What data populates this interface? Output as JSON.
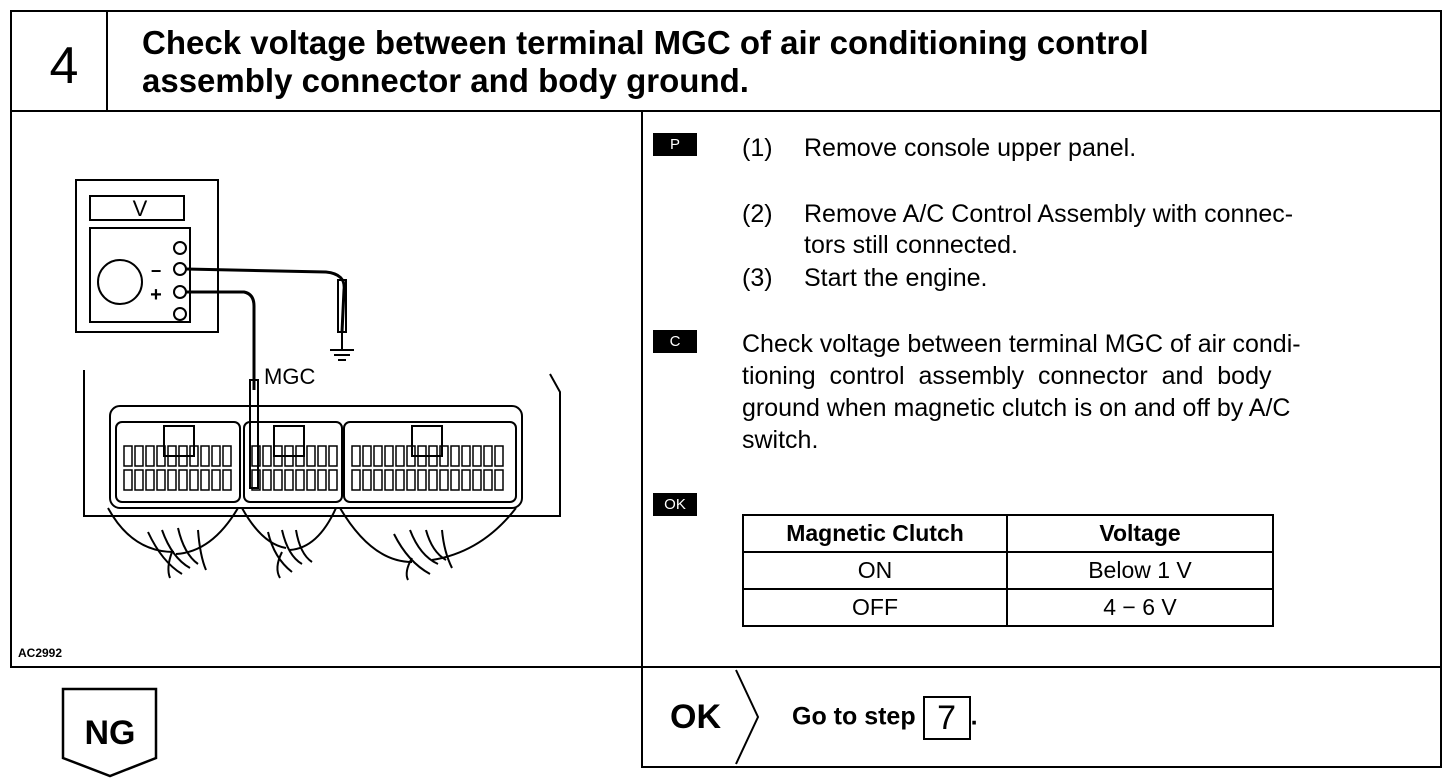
{
  "header": {
    "step_number": "4",
    "title_line1": "Check voltage between terminal MGC of air conditioning control",
    "title_line2": "assembly connector and body ground."
  },
  "figure": {
    "meter_label": "V",
    "minus_sign": "−",
    "plus_sign": "+",
    "terminal_label": "MGC",
    "figure_code": "AC2992"
  },
  "procedure": {
    "prep_tag": "P",
    "steps": [
      {
        "num": "(1)",
        "text": "Remove console upper panel."
      },
      {
        "num": "(2)",
        "text_line1": "Remove A/C Control Assembly with connec-",
        "text_line2": "tors still connected."
      },
      {
        "num": "(3)",
        "text": "Start the engine."
      }
    ],
    "check_tag": "C",
    "check_lines": [
      "Check voltage between terminal MGC of air condi-",
      "tioning  control  assembly  connector  and  body",
      "ground when magnetic clutch is on and off by A/C",
      "switch."
    ],
    "ok_tag": "OK"
  },
  "spec_table": {
    "headers": [
      "Magnetic Clutch",
      "Voltage"
    ],
    "rows": [
      [
        "ON",
        "Below 1 V"
      ],
      [
        "OFF",
        "4 − 6 V"
      ]
    ]
  },
  "result": {
    "ng_label": "NG",
    "ok_label": "OK",
    "goto_text": "Go to step",
    "goto_step": "7",
    "goto_period": "."
  }
}
